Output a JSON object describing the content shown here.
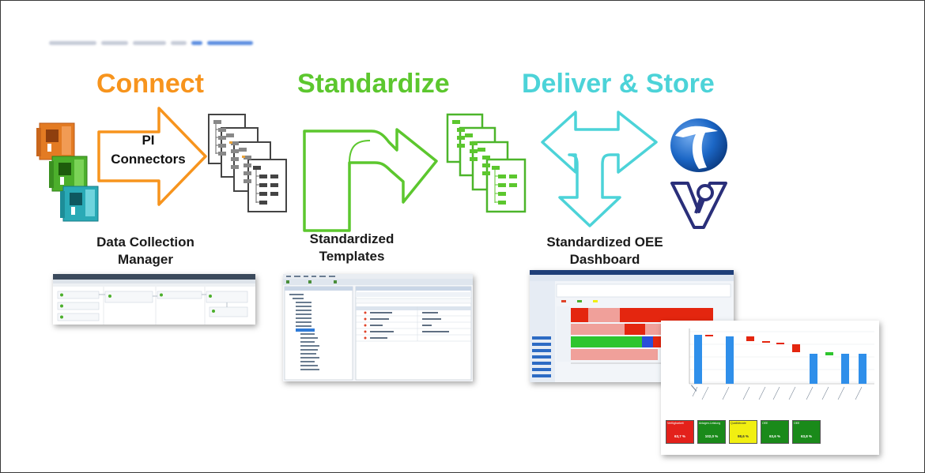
{
  "stages": {
    "connect": "Connect",
    "standardize": "Standardize",
    "deliver": "Deliver & Store"
  },
  "arrow_text": {
    "connect_line1": "PI",
    "connect_line2": "Connectors"
  },
  "labels": {
    "data_collection_line1": "Data Collection",
    "data_collection_line2": "Manager",
    "templates_line1": "Standardized",
    "templates_line2": "Templates",
    "oee_line1": "Standardized OEE",
    "oee_line2": "Dashboard"
  },
  "kpi_tiles": [
    {
      "label": "Verfügbarkeit",
      "value": "63,7 %",
      "color": "#e3211b"
    },
    {
      "label": "Anlagen-Leistung",
      "value": "102,0 %",
      "color": "#1a8a1a"
    },
    {
      "label": "Qualitätsrate",
      "value": "98,6 %",
      "color": "#f1ef11"
    },
    {
      "label": "OEE",
      "value": "63,6 %",
      "color": "#1a8a1a"
    },
    {
      "label": "OEE",
      "value": "63,8 %",
      "color": "#1a8a1a"
    }
  ],
  "colors": {
    "connect": "#f7941d",
    "standardize": "#5cc72e",
    "deliver": "#4cd3d8",
    "machine_orange": "#e37b23",
    "machine_green": "#4caf2c",
    "machine_teal": "#2aaab6",
    "pi_blue": "#1c67c6",
    "rotor_navy": "#2a2f7a"
  },
  "icons": [
    "machine-icon",
    "document-tree-icon",
    "pi-logo-icon",
    "rotor-logo-icon"
  ]
}
